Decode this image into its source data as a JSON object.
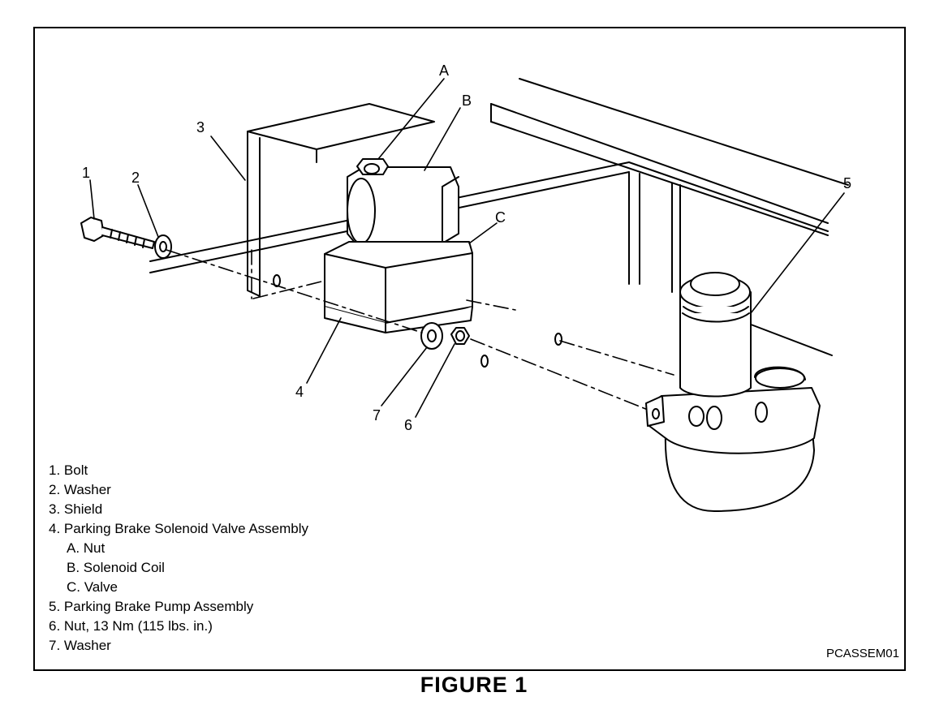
{
  "callouts": {
    "c1": "1",
    "c2": "2",
    "c3": "3",
    "c4": "4",
    "c5": "5",
    "c6": "6",
    "c7": "7",
    "cA": "A",
    "cB": "B",
    "cC": "C"
  },
  "legend": [
    {
      "text": "1. Bolt",
      "indent": false
    },
    {
      "text": "2. Washer",
      "indent": false
    },
    {
      "text": "3. Shield",
      "indent": false
    },
    {
      "text": "4. Parking Brake Solenoid Valve Assembly",
      "indent": false
    },
    {
      "text": "A.  Nut",
      "indent": true
    },
    {
      "text": "B.  Solenoid Coil",
      "indent": true
    },
    {
      "text": "C.  Valve",
      "indent": true
    },
    {
      "text": "5. Parking Brake Pump Assembly",
      "indent": false
    },
    {
      "text": "6. Nut, 13 Nm (115 lbs. in.)",
      "indent": false
    },
    {
      "text": "7. Washer",
      "indent": false
    }
  ],
  "code": "PCASSEM01",
  "figure_title": "FIGURE 1"
}
